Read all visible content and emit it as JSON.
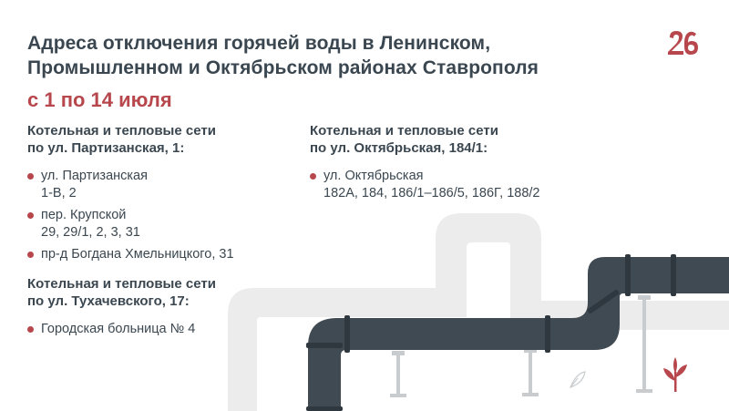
{
  "title_lines": [
    "Адреса отключения горячей воды в Ленинском,",
    "Промышленном и Октябрьском районах Ставрополя"
  ],
  "date_range": "с 1 по 14 июля",
  "logo_text": "26",
  "colors": {
    "accent": "#b7474c",
    "text": "#3b4750",
    "pipe_dark": "#3f4a52",
    "pipe_light": "#ececec"
  },
  "sections": [
    {
      "heading_lines": [
        "Котельная и тепловые сети",
        "по ул. Партизанская, 1:"
      ],
      "items": [
        {
          "street": "ул. Партизанская",
          "numbers": "1-В, 2"
        },
        {
          "street": "пер. Крупской",
          "numbers": "29, 29/1, 2, 3, 31"
        },
        {
          "street": "пр-д Богдана Хмельницкого, 31",
          "numbers": ""
        }
      ]
    },
    {
      "heading_lines": [
        "Котельная и тепловые сети",
        "по ул. Тухачевского, 17:"
      ],
      "items": [
        {
          "street": "Городская больница № 4",
          "numbers": ""
        }
      ]
    },
    {
      "heading_lines": [
        "Котельная и тепловые сети",
        "по ул. Октябрьская, 184/1:"
      ],
      "items": [
        {
          "street": "ул. Октябрьская",
          "numbers": "182А, 184, 186/1–186/5, 186Г, 188/2"
        }
      ]
    }
  ]
}
